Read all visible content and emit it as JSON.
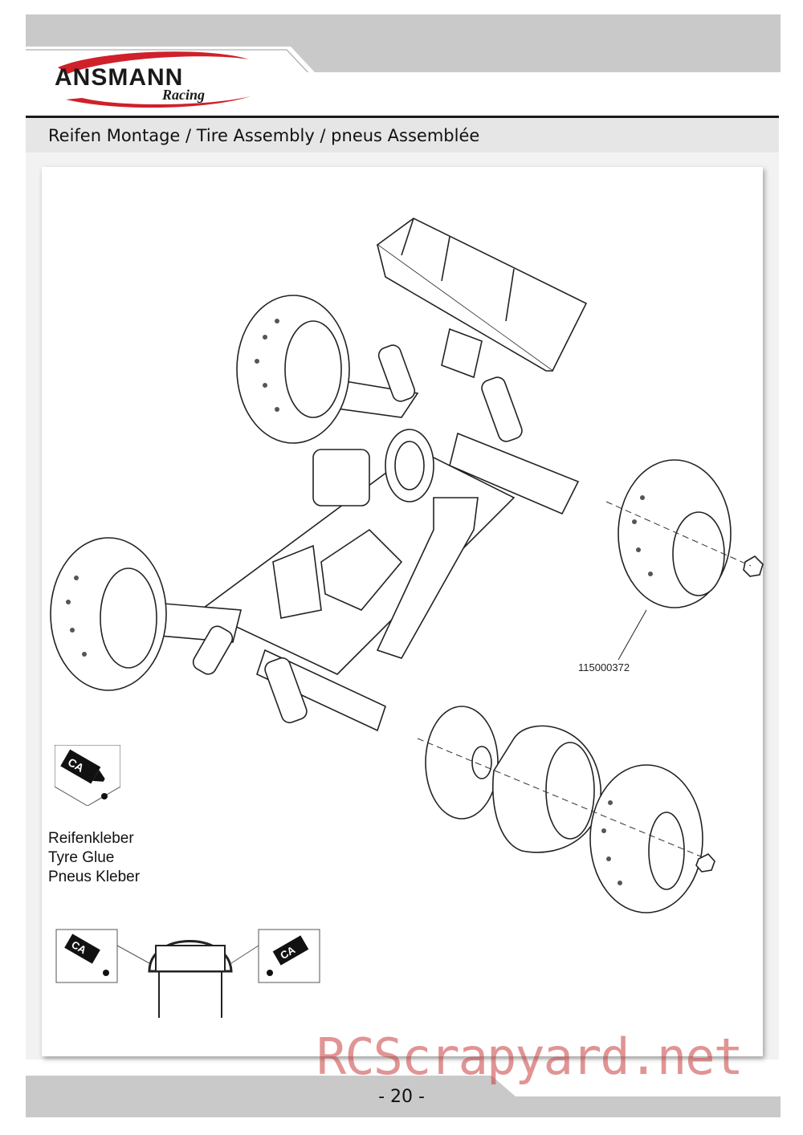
{
  "brand": {
    "name": "ANSMANN",
    "sub": "Racing",
    "accent": "#d0202a"
  },
  "section": {
    "title": "Reifen Montage / Tire Assembly / pneus Assemblée"
  },
  "diagram": {
    "part_number": "115000372"
  },
  "glue": {
    "badge": "CA",
    "labels": [
      "Reifenkleber",
      "Tyre Glue",
      "Pneus Kleber"
    ]
  },
  "footer": {
    "page": "- 20 -"
  },
  "watermark": "RCScrapyard.net"
}
